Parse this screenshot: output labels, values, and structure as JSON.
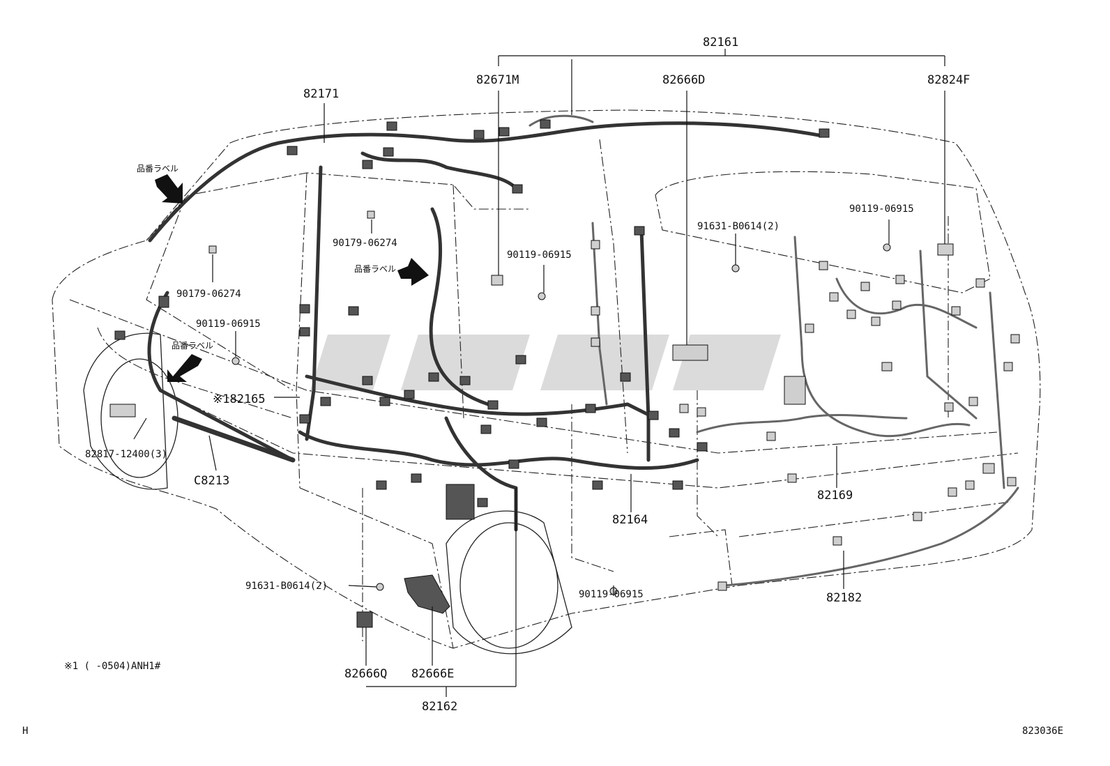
{
  "labels": {
    "p82161": "82161",
    "p82671M": "82671M",
    "p82666D": "82666D",
    "p82824F": "82824F",
    "p82171": "82171",
    "p90119_a": "90119-06915",
    "p91631_a": "91631-B0614(2)",
    "p90179_a": "90179-06274",
    "p90119_b": "90119-06915",
    "p90179_b": "90179-06274",
    "p90119_c": "90119-06915",
    "p82165": "※182165",
    "p82817": "82817-12400(3)",
    "pC8213": "C8213",
    "p82169": "82169",
    "p82164": "82164",
    "p91631_b": "91631-B0614(2)",
    "p90119_d": "90119-06915",
    "p82182": "82182",
    "p82666Q": "82666Q",
    "p82666E": "82666E",
    "p82162": "82162"
  },
  "jp_labels": {
    "label1": "品番ラベル",
    "label2": "品番ラベル",
    "label3": "品番ラベル"
  },
  "footnote": "※1 (      -0504)ANH1#",
  "corner_left": "H",
  "corner_right": "823036E"
}
